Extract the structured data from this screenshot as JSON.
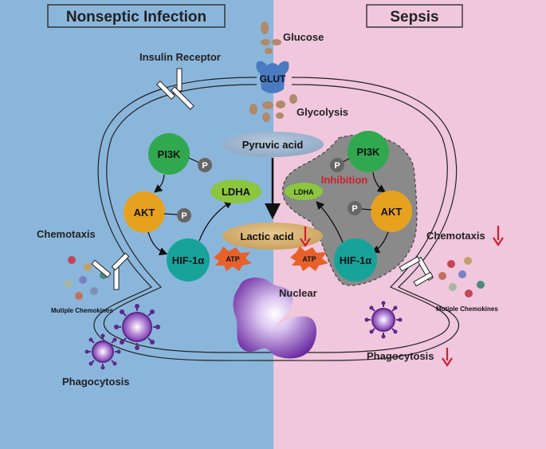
{
  "panels": {
    "left_title": "Nonseptic Infection",
    "right_title": "Sepsis"
  },
  "top": {
    "glucose": "Glucose",
    "glut": "GLUT",
    "insulin_receptor": "Insulin Receptor",
    "glycolysis": "Glycolysis",
    "pyruvic_acid": "Pyruvic acid"
  },
  "left_pathway": {
    "pi3k": "PI3K",
    "akt": "AKT",
    "hif": "HIF-1α",
    "p1": "P",
    "p2": "P",
    "ldha": "LDHA",
    "atp": "ATP"
  },
  "center": {
    "lactic_acid": "Lactic acid",
    "nuclear": "Nuclear"
  },
  "right_pathway": {
    "pi3k": "PI3K",
    "akt": "AKT",
    "hif": "HIF-1α",
    "p1": "P",
    "p2": "P",
    "ldha": "LDHA",
    "atp": "ATP",
    "inhibition": "Inhibition"
  },
  "left_side": {
    "chemotaxis": "Chemotaxis",
    "chemokines": "Mutiple Chemokines",
    "phagocytosis": "Phagocytosis"
  },
  "right_side": {
    "chemotaxis": "Chemotaxis",
    "chemokines": "Mutiple Chemokines",
    "phagocytosis": "Phagocytosis"
  },
  "colors": {
    "left_bg": "#8bb6dc",
    "right_bg": "#f0c7dc",
    "green": "#2fa84f",
    "orange": "#e6a21e",
    "teal": "#17a39a",
    "ldha": "#8cc63f",
    "arrow_red": "#d01f2e",
    "inhibition_text": "#cc1f2e"
  }
}
